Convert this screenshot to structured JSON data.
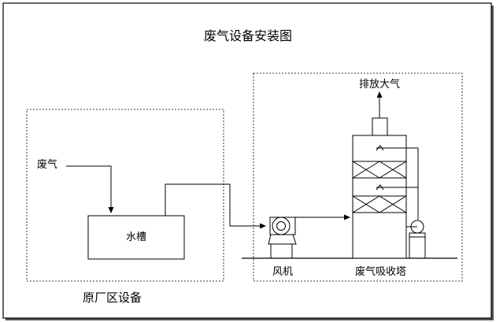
{
  "title": "废气设备安装图",
  "labels": {
    "exhaust_in": "废气",
    "water_tank": "水槽",
    "discharge": "排放大气",
    "fan": "风机",
    "absorber": "废气吸收塔",
    "plant_area": "原厂区设备"
  }
}
